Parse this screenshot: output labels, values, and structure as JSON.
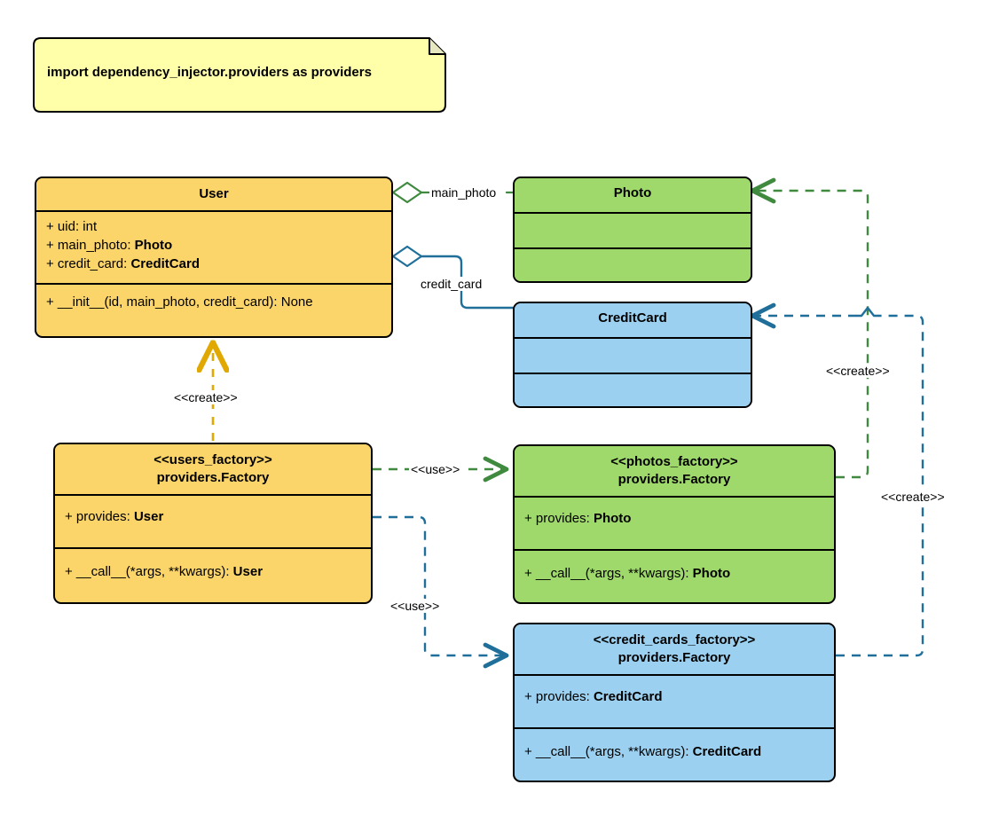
{
  "diagram": {
    "title": "Dependency Injector factory providers UML class diagram",
    "colors": {
      "yellow_fill": "#fbd46a",
      "green_fill": "#9fd96b",
      "blue_fill": "#9bd0f0",
      "note_fill": "#ffffaa",
      "yellow_edge": "#e0a800",
      "green_edge": "#3f8a3f",
      "blue_edge": "#1f6f9a",
      "outline": "#000000"
    }
  },
  "note": {
    "text": "import dependency_injector.providers as providers"
  },
  "classes": {
    "user": {
      "name": "User",
      "attributes": [
        {
          "text": "+ uid: int"
        },
        {
          "text_plain": "+ main_photo: ",
          "text_bold": "Photo"
        },
        {
          "text_plain": "+ credit_card: ",
          "text_bold": "CreditCard"
        }
      ],
      "methods": [
        {
          "text": "+ __init__(id, main_photo, credit_card): None"
        }
      ]
    },
    "photo": {
      "name": "Photo",
      "attributes": [],
      "methods": []
    },
    "credit_card": {
      "name": "CreditCard",
      "attributes": [],
      "methods": []
    },
    "users_factory": {
      "stereotype": "<<users_factory>>",
      "name": "providers.Factory",
      "attributes": [
        {
          "text_plain": "+ provides: ",
          "text_bold": "User"
        }
      ],
      "methods": [
        {
          "text_plain": "+ __call__(*args, **kwargs): ",
          "text_bold": "User"
        }
      ]
    },
    "photos_factory": {
      "stereotype": "<<photos_factory>>",
      "name": "providers.Factory",
      "attributes": [
        {
          "text_plain": "+ provides: ",
          "text_bold": "Photo"
        }
      ],
      "methods": [
        {
          "text_plain": "+ __call__(*args, **kwargs): ",
          "text_bold": "Photo"
        }
      ]
    },
    "credit_cards_factory": {
      "stereotype": "<<credit_cards_factory>>",
      "name": "providers.Factory",
      "attributes": [
        {
          "text_plain": "+ provides: ",
          "text_bold": "CreditCard"
        }
      ],
      "methods": [
        {
          "text_plain": "+ __call__(*args, **kwargs): ",
          "text_bold": "CreditCard"
        }
      ]
    }
  },
  "edges": {
    "user_main_photo": {
      "label": "main_photo",
      "kind": "aggregation",
      "from": "User",
      "to": "Photo",
      "color": "#3f8a3f"
    },
    "user_credit_card": {
      "label": "credit_card",
      "kind": "aggregation",
      "from": "User",
      "to": "CreditCard",
      "color": "#1f6f9a"
    },
    "users_factory_create_user": {
      "label": "<<create>>",
      "kind": "dependency",
      "from": "users_factory",
      "to": "User",
      "color": "#e0a800"
    },
    "users_factory_use_photos": {
      "label": "<<use>>",
      "kind": "dependency",
      "from": "users_factory",
      "to": "photos_factory",
      "color": "#3f8a3f"
    },
    "users_factory_use_credit_cards": {
      "label": "<<use>>",
      "kind": "dependency",
      "from": "users_factory",
      "to": "credit_cards_factory",
      "color": "#1f6f9a"
    },
    "photos_factory_create_photo": {
      "label": "<<create>>",
      "kind": "dependency",
      "from": "photos_factory",
      "to": "Photo",
      "color": "#3f8a3f"
    },
    "credit_cards_factory_create_credit_card": {
      "label": "<<create>>",
      "kind": "dependency",
      "from": "credit_cards_factory",
      "to": "CreditCard",
      "color": "#1f6f9a"
    }
  }
}
